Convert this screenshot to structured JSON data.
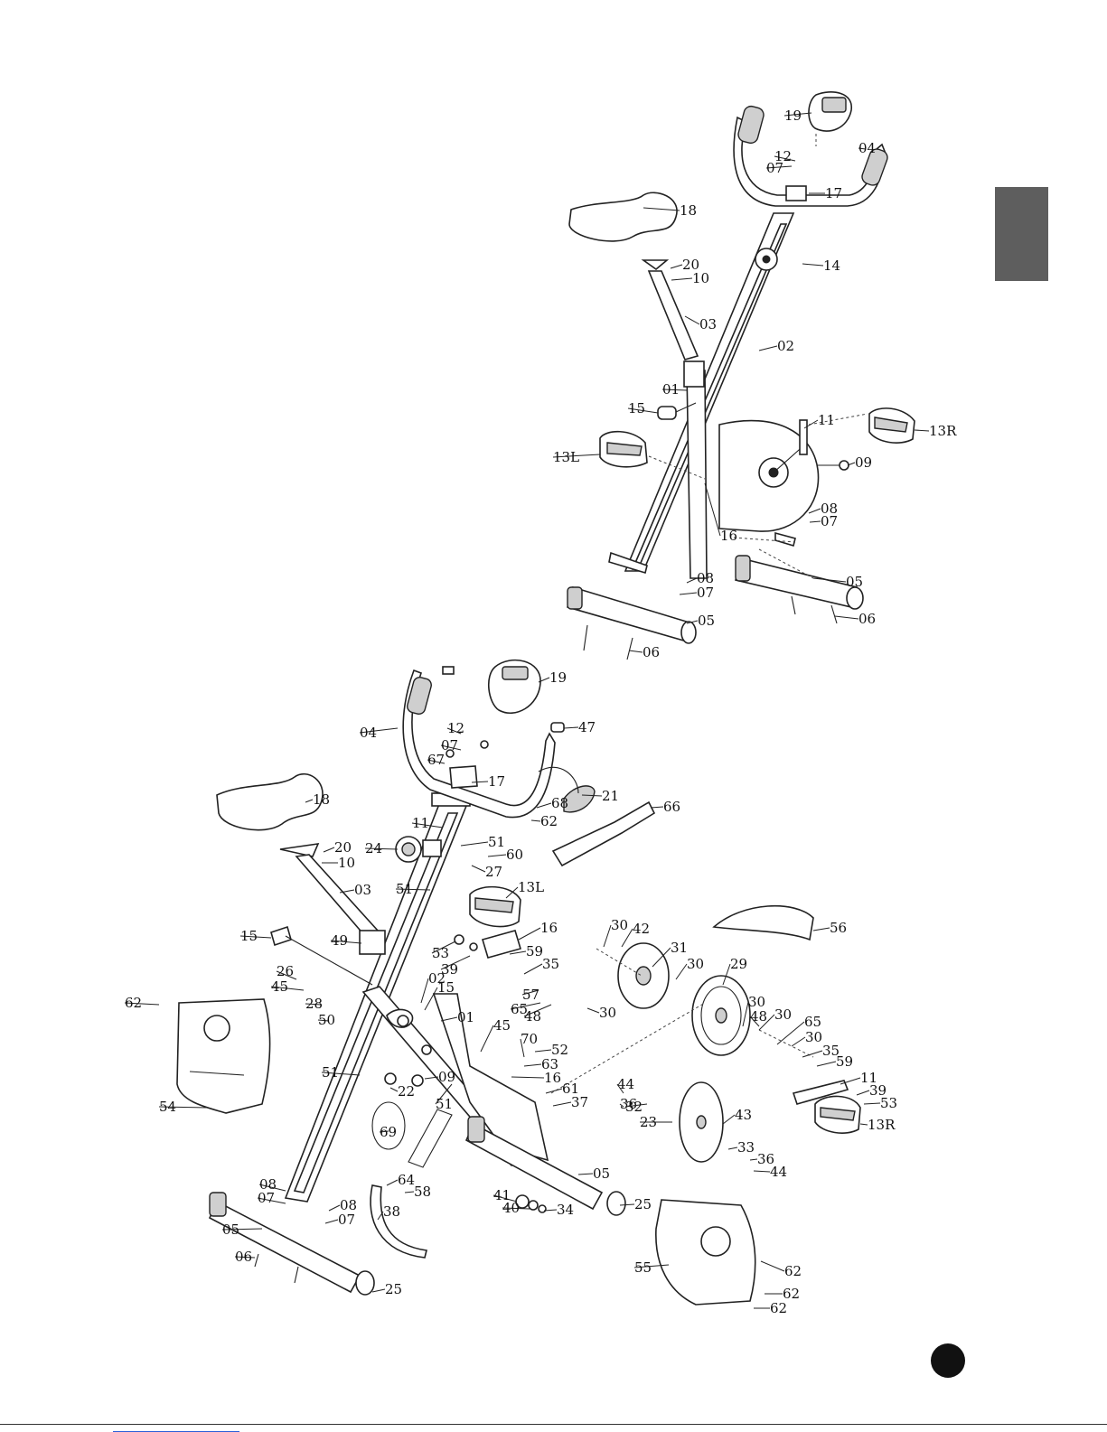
{
  "diagrams": [
    {
      "id": "assembled",
      "labels": [
        "19",
        "04",
        "12",
        "07",
        "17",
        "18",
        "14",
        "20",
        "10",
        "03",
        "02",
        "01",
        "15",
        "11",
        "13R",
        "09",
        "13L",
        "08",
        "07",
        "16",
        "05",
        "08",
        "07",
        "05",
        "06",
        "06"
      ]
    },
    {
      "id": "exploded",
      "labels": [
        "19",
        "47",
        "04",
        "12",
        "07",
        "67",
        "17",
        "21",
        "68",
        "62",
        "18",
        "66",
        "11",
        "51",
        "20",
        "24",
        "60",
        "10",
        "27",
        "03",
        "51",
        "13L",
        "16",
        "30",
        "42",
        "56",
        "15",
        "49",
        "53",
        "39",
        "59",
        "31",
        "35",
        "30",
        "29",
        "57",
        "26",
        "02",
        "45",
        "15",
        "28",
        "30",
        "65",
        "48",
        "30",
        "62",
        "01",
        "45",
        "30",
        "48",
        "65",
        "50",
        "70",
        "52",
        "63",
        "30",
        "35",
        "59",
        "51",
        "09",
        "16",
        "61",
        "11",
        "22",
        "51",
        "37",
        "39",
        "44",
        "36",
        "32",
        "53",
        "54",
        "23",
        "43",
        "13R",
        "69",
        "33",
        "36",
        "44",
        "05",
        "08",
        "64",
        "58",
        "07",
        "08",
        "07",
        "41",
        "40",
        "34",
        "25",
        "38",
        "05",
        "06",
        "55",
        "62",
        "25",
        "62",
        "62"
      ]
    }
  ],
  "colors": {
    "side_tab": "#5e5e5e",
    "page_dot": "#111111",
    "link_line": "#2b5fd9"
  }
}
